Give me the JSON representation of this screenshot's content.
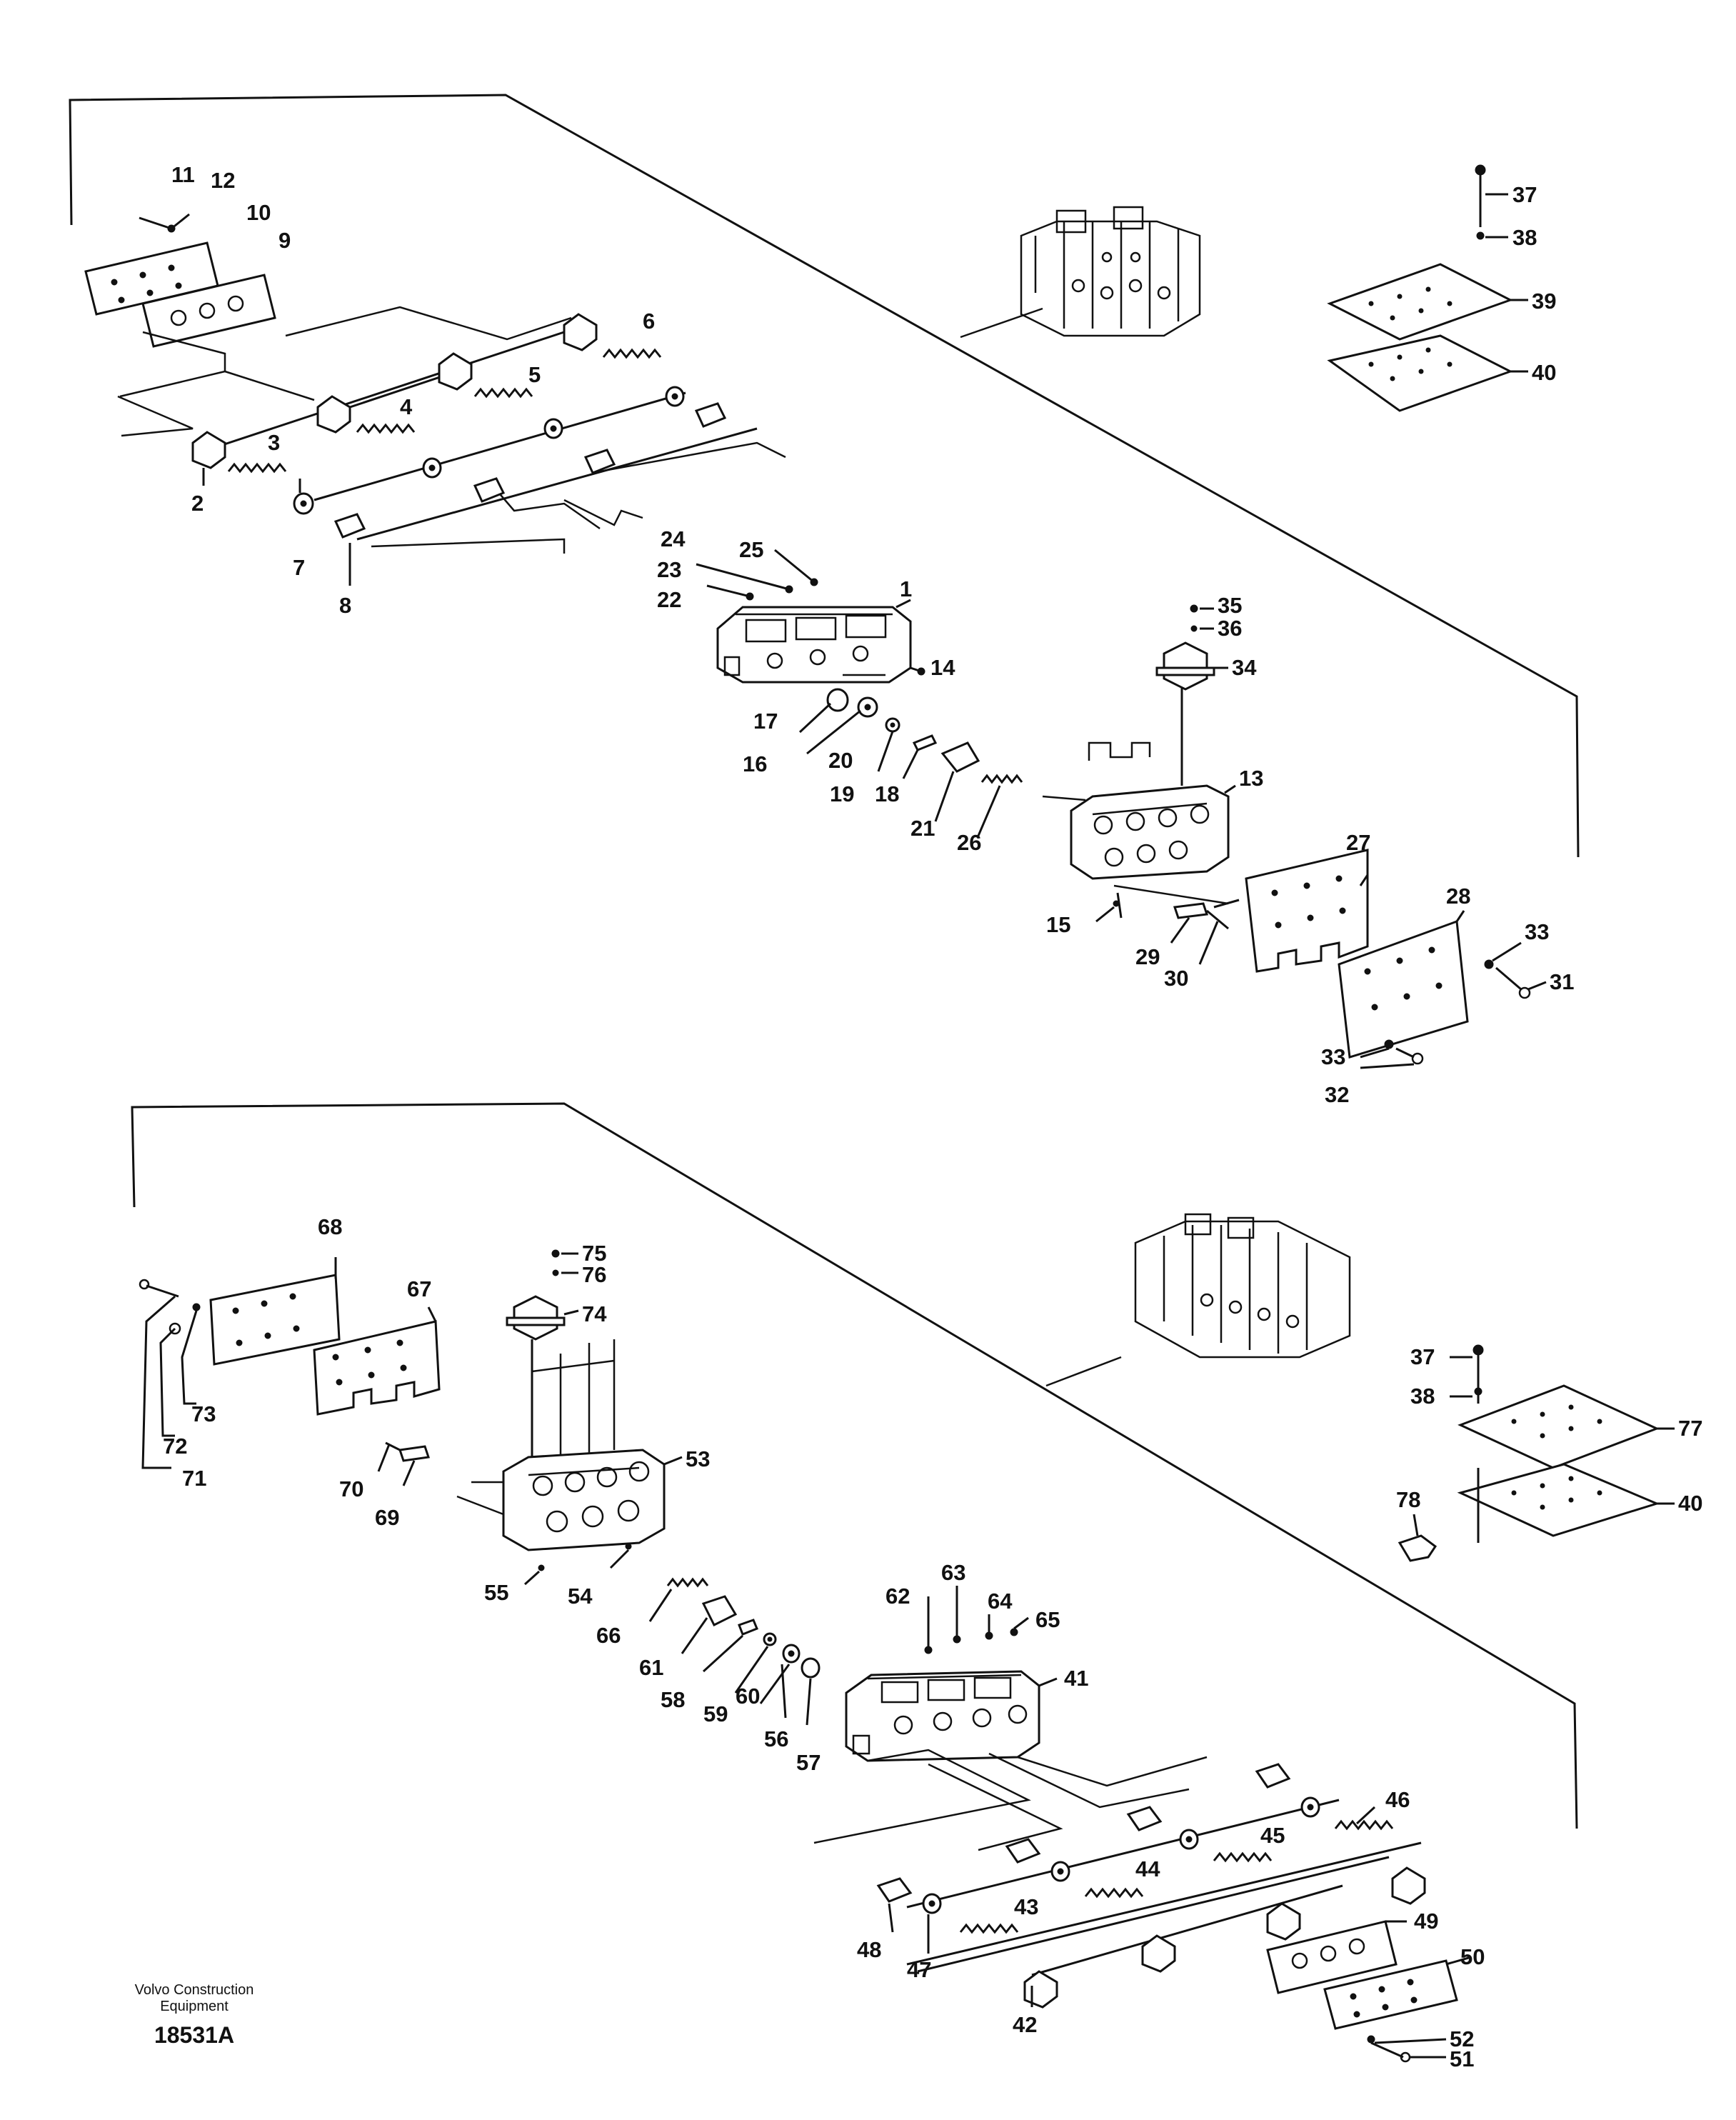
{
  "footer": {
    "company_line1": "Volvo Construction",
    "company_line2": "Equipment",
    "drawing_number": "18531A"
  },
  "labels": {
    "l1": "1",
    "l2": "2",
    "l3": "3",
    "l4": "4",
    "l5": "5",
    "l6": "6",
    "l7": "7",
    "l8": "8",
    "l9": "9",
    "l10": "10",
    "l11": "11",
    "l12": "12",
    "l13": "13",
    "l14": "14",
    "l15": "15",
    "l16": "16",
    "l17": "17",
    "l18": "18",
    "l19": "19",
    "l20": "20",
    "l21": "21",
    "l22": "22",
    "l23": "23",
    "l24": "24",
    "l25": "25",
    "l26": "26",
    "l27": "27",
    "l28": "28",
    "l29": "29",
    "l30": "30",
    "l31": "31",
    "l32": "32",
    "l33a": "33",
    "l33b": "33",
    "l34": "34",
    "l35": "35",
    "l36": "36",
    "l37a": "37",
    "l38a": "38",
    "l39": "39",
    "l40a": "40",
    "l37b": "37",
    "l38b": "38",
    "l77": "77",
    "l40b": "40",
    "l78": "78",
    "l41": "41",
    "l42": "42",
    "l43": "43",
    "l44": "44",
    "l45": "45",
    "l46": "46",
    "l47": "47",
    "l48": "48",
    "l49": "49",
    "l50": "50",
    "l51": "51",
    "l52": "52",
    "l53": "53",
    "l54": "54",
    "l55": "55",
    "l56": "56",
    "l57": "57",
    "l58": "58",
    "l59": "59",
    "l60": "60",
    "l61": "61",
    "l62": "62",
    "l63": "63",
    "l64": "64",
    "l65": "65",
    "l66": "66",
    "l67": "67",
    "l68": "68",
    "l69": "69",
    "l70": "70",
    "l71": "71",
    "l72": "72",
    "l73": "73",
    "l74": "74",
    "l75": "75",
    "l76": "76"
  }
}
